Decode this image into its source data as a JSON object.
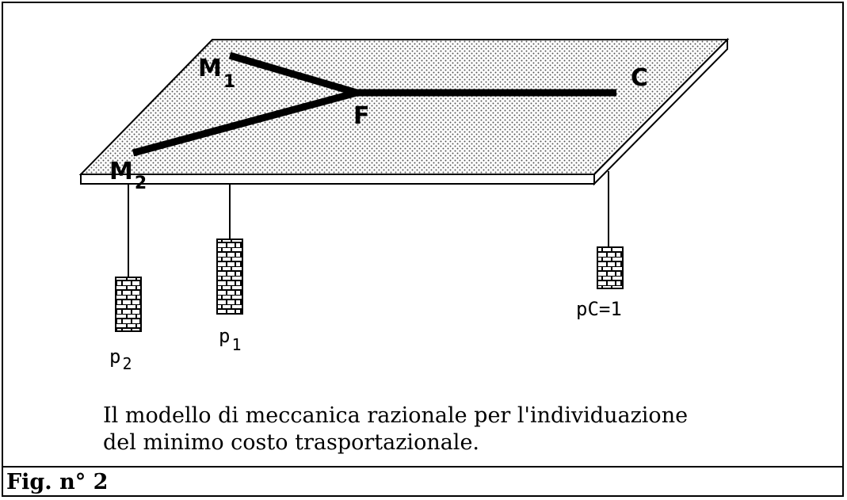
{
  "diagram": {
    "nodes": {
      "M1": {
        "main": "M",
        "sub": "1"
      },
      "M2": {
        "main": "M",
        "sub": "2"
      },
      "F": {
        "main": "F"
      },
      "C": {
        "main": "C"
      }
    },
    "weights": {
      "p2": {
        "main": "p",
        "sub": "2"
      },
      "p1": {
        "main": "p",
        "sub": "1"
      },
      "pC": {
        "main": "pC=1"
      }
    },
    "colors": {
      "surface_dots": "#555555",
      "line": "#000000",
      "background": "#ffffff"
    }
  },
  "caption": {
    "line1": "Il modello di meccanica razionale per l'individuazione",
    "line2": "del minimo costo trasportazionale."
  },
  "figure_label": "Fig. n° 2"
}
